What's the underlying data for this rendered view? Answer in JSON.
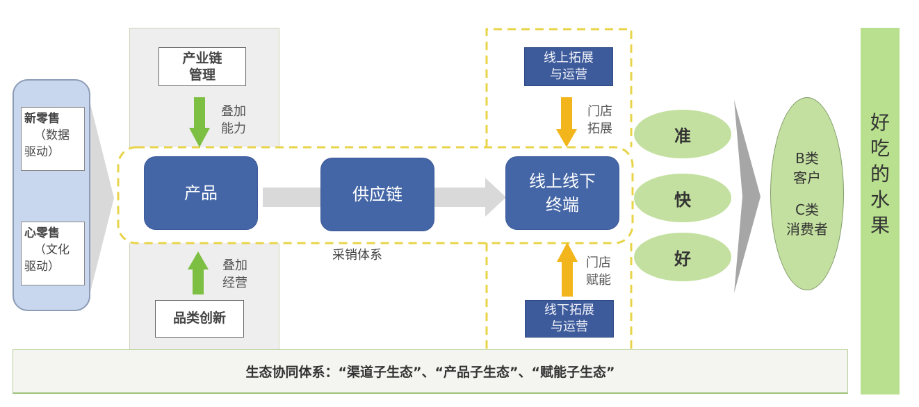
{
  "drivers": {
    "new_retail": {
      "title": "新零售",
      "sub1": "（数据",
      "sub2": "驱动）"
    },
    "heart_retail": {
      "title": "心零售",
      "sub1": "（文化",
      "sub2": "驱动）"
    }
  },
  "top_left": {
    "box_line1": "产业链",
    "box_line2": "管理",
    "arrow_label_line1": "叠加",
    "arrow_label_line2": "能力"
  },
  "bottom_left": {
    "box": "品类创新",
    "arrow_label_line1": "叠加",
    "arrow_label_line2": "经营"
  },
  "flow": {
    "nodes": [
      {
        "line1": "产品",
        "line2": ""
      },
      {
        "line1": "供应链",
        "line2": ""
      },
      {
        "line1": "线上线下",
        "line2": "终端"
      }
    ],
    "caption": "采销体系"
  },
  "top_right": {
    "box_line1": "线上拓展",
    "box_line2": "与运营",
    "arrow_label_line1": "门店",
    "arrow_label_line2": "拓展"
  },
  "bottom_right": {
    "box_line1": "线下拓展",
    "box_line2": "与运营",
    "arrow_label_line1": "门店",
    "arrow_label_line2": "赋能"
  },
  "qualities": [
    "准",
    "快",
    "好"
  ],
  "customers": {
    "b_line1": "B类",
    "b_line2": "客户",
    "c_line1": "C类",
    "c_line2": "消费者"
  },
  "result": [
    "好",
    "吃",
    "的",
    "水",
    "果"
  ],
  "ecosystem": "生态协同体系：“渠道子生态”、“产品子生态”、“赋能子生态”",
  "colors": {
    "node_blue": "#4466a6",
    "label_blue": "#3d5a9b",
    "green_arrow": "#7dbf42",
    "yellow_arrow": "#f2b61c",
    "dash_yellow": "#e8d44a",
    "ellipse_green": "#c4e0a0",
    "result_green": "#b8e08e"
  }
}
